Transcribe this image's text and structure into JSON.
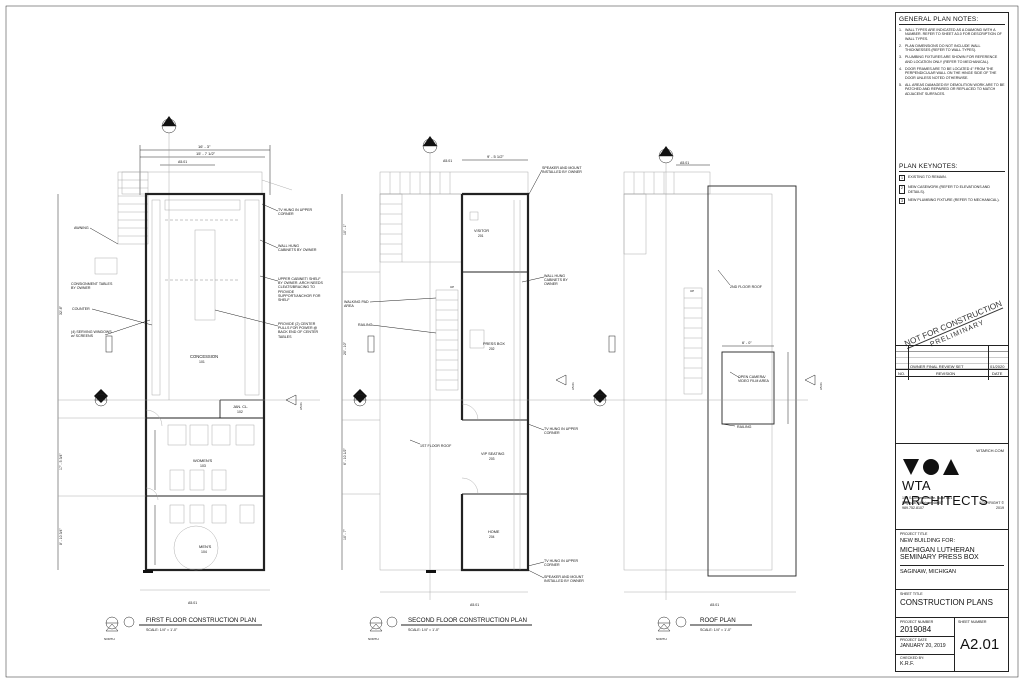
{
  "sheet": {
    "general_notes_title": "GENERAL PLAN NOTES:",
    "general_notes": [
      "WALL TYPES ARE INDICATED AS A DIAMOND WITH A NUMBER. REFER TO SHEET A3.0 FOR DESCRIPTION OF WALL TYPES.",
      "PLAN DIMENSIONS DO NOT INCLUDE WALL THICKNESSES (REFER TO WALL TYPES).",
      "PLUMBING FIXTURES ARE SHOWN FOR REFERENCE AND LOCATION ONLY (REFER TO MECHANICAL).",
      "DOOR FRAMES ARE TO BE LOCATED 4\" FROM THE PERPENDICULAR WALL ON THE HINGE SIDE OF THE DOOR UNLESS NOTED OTHERWISE.",
      "ALL AREAS DAMAGED BY DEMOLITION WORK ARE TO BE PATCHED AND REPAIRED OR REPLACED TO MATCH ADJACENT SURFACES."
    ],
    "keynotes_title": "PLAN KEYNOTES:",
    "keynotes": [
      {
        "num": "1",
        "text": "EXISTING TO REMAIN."
      },
      {
        "num": "2",
        "text": "NEW CASEWORK (REFER TO ELEVATIONS AND DETAILS)."
      },
      {
        "num": "3",
        "text": "NEW PLUMBING FIXTURE (REFER TO MECHANICAL)."
      }
    ],
    "stamp_line1": "NOT FOR CONSTRUCTION",
    "stamp_line2": "PRELIMINARY",
    "revision": {
      "set": "OWNER FINAL REVIEW SET",
      "date": "01/2020",
      "col_no": "NO.",
      "col_rev": "REVISION",
      "col_date": "DATE"
    },
    "firm_url": "WTARCH.COM",
    "firm_name": "WTA ARCHITECTS",
    "firm_address": [
      "100 S. Jefferson Ave. Suite 601",
      "Saginaw, Michigan 48607",
      "989.752.8107"
    ],
    "copyright": "COPYRIGHT ©",
    "copyright_year": "2019",
    "project_title_label": "PROJECT TITLE",
    "project_title_1": "NEW BUILDING FOR:",
    "project_title_2": "MICHIGAN LUTHERAN",
    "project_title_3": "SEMINARY PRESS BOX",
    "project_location": "SAGINAW, MICHIGAN",
    "sheet_title_label": "SHEET TITLE",
    "sheet_title": "CONSTRUCTION PLANS",
    "project_number_label": "PROJECT NUMBER",
    "project_number": "2019084",
    "project_date_label": "PROJECT DATE",
    "project_date": "JANUARY 20, 2019",
    "checked_by_label": "CHECKED BY:",
    "checked_by": "K.R.F.",
    "sheet_number_label": "SHEET NUMBER",
    "sheet_number": "A2.01"
  },
  "plans": {
    "first": {
      "title": "FIRST FLOOR CONSTRUCTION PLAN",
      "scale": "SCALE:  1/4\" = 1'-0\"",
      "north": "NORTH",
      "dim_top": "16' - 3\"",
      "dim_top2": "15' - 7 1/2\"",
      "rooms": [
        {
          "name": "CONCESSION",
          "num": "101"
        },
        {
          "name": "JAN. CL.",
          "num": "102"
        },
        {
          "name": "WOMEN'S",
          "num": "103"
        },
        {
          "name": "MEN'S",
          "num": "104"
        }
      ],
      "notes_left": [
        "AWNING",
        "CONSIGNMENT TABLES BY OWNER",
        "COUNTER",
        "(4) SERVING WINDOWS w/ SCREENS"
      ],
      "notes_right": [
        "TV HUNG IN UPPER CORNER",
        "WALL HUNG CABINETS BY OWNER",
        "UPPER CABINET/ SHELF BY OWNER. ARCH NEEDS CLEATS/BRACING TO PROVIDE SUPPORT/ANCHOR FOR SHELF",
        "PROVIDE (2) CENTER PULLS FOR POWER @ BACK END OF CENTER TABLES"
      ],
      "dims_left": [
        "32'-6\"",
        "17' - 5 3/4\"",
        "8' - 10 3/4\""
      ]
    },
    "second": {
      "title": "SECOND FLOOR CONSTRUCTION PLAN",
      "scale": "SCALE:  1/4\" = 1'-0\"",
      "north": "NORTH",
      "dim_top": "9' - 5 1/2\"",
      "rooms": [
        {
          "name": "VISITOR",
          "num": "201"
        },
        {
          "name": "PRESS BOX",
          "num": "202"
        },
        {
          "name": "VIP SEATING",
          "num": "203"
        },
        {
          "name": "HOME",
          "num": "204"
        }
      ],
      "notes_left": [
        "WALKING PAD AREA",
        "RAILING",
        "1ST FLOOR ROOF"
      ],
      "notes_right": [
        "SPEAKER AND MOUNT INSTALLED BY OWNER",
        "WALL HUNG CABINETS BY OWNER",
        "TV HUNG IN UPPER CORNER",
        "TV HUNG IN UPPER CORNER",
        "SPEAKER AND MOUNT INSTALLED BY OWNER"
      ],
      "dims_left": [
        "10' - 1\"",
        "20' - 10\"",
        "6' - 10 1/2\"",
        "10' - 7\""
      ],
      "up": "UP"
    },
    "roof": {
      "title": "ROOF PLAN",
      "scale": "SCALE:  1/4\" = 1'-0\"",
      "north": "NORTH",
      "notes": [
        "2ND FLOOR ROOF",
        "OPEN CAMERA/ VIDEO FILM AREA",
        "RAILING"
      ],
      "dim_top": "6' - 0\"",
      "up": "UP"
    },
    "tags": {
      "elev": "SIM.",
      "sheet": "A5.01",
      "sect": "A5.02"
    }
  }
}
